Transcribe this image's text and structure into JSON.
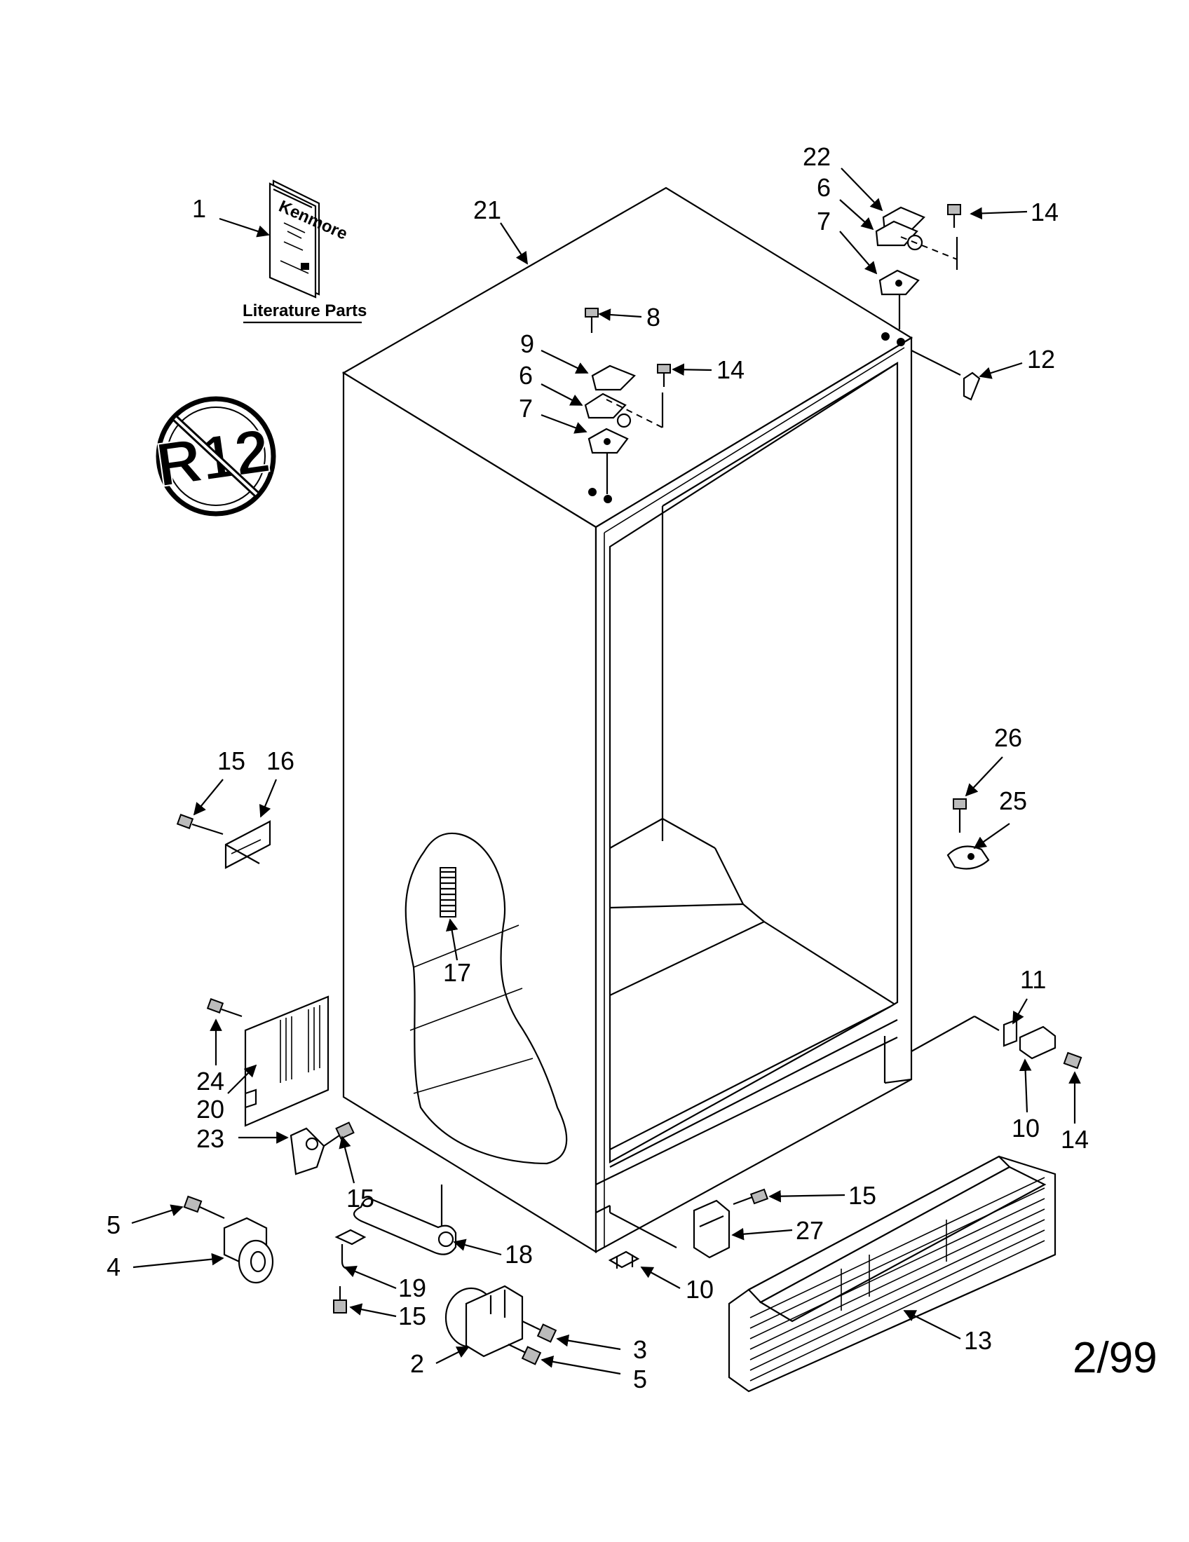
{
  "literature_label": "Literature Parts",
  "booklet_brand": "Kenmore",
  "r12_symbol_text": "R12",
  "date_code": "2/99",
  "callouts": [
    "1",
    "21",
    "22",
    "6",
    "7",
    "14",
    "8",
    "9",
    "6",
    "14",
    "7",
    "12",
    "15",
    "16",
    "26",
    "25",
    "17",
    "11",
    "24",
    "20",
    "23",
    "15",
    "10",
    "14",
    "5",
    "4",
    "18",
    "19",
    "15",
    "15",
    "27",
    "10",
    "3",
    "2",
    "5",
    "13"
  ]
}
